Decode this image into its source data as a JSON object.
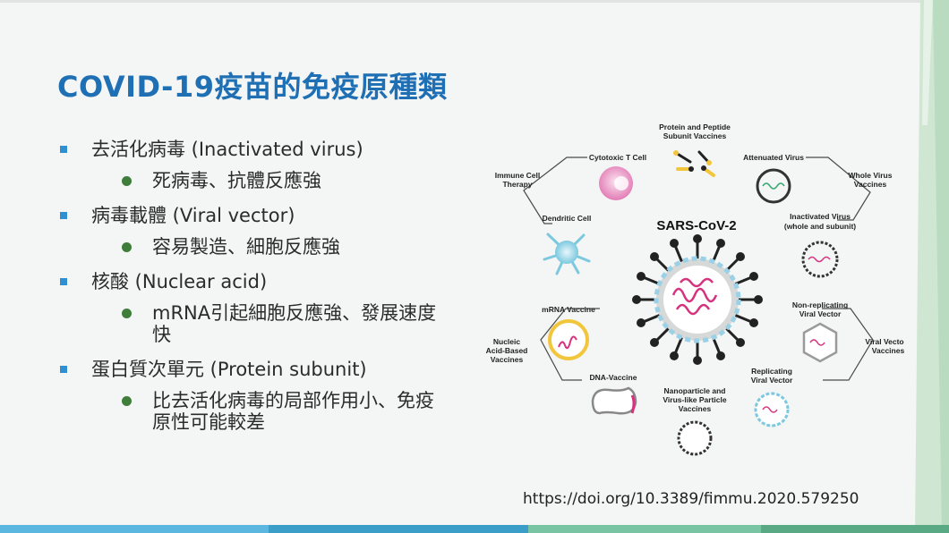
{
  "title": "COVID-19疫苗的免疫原種類",
  "items": [
    {
      "label": "去活化病毒 (Inactivated virus)",
      "detail": "死病毒、抗體反應強"
    },
    {
      "label": "病毒載體 (Viral vector)",
      "detail": "容易製造、細胞反應強"
    },
    {
      "label": "核酸 (Nuclear acid)",
      "detail": "mRNA引起細胞反應強、發展速度快"
    },
    {
      "label": "蛋白質次單元 (Protein subunit)",
      "detail": "比去活化病毒的局部作用小、免疫原性可能較差"
    }
  ],
  "diagram": {
    "center": "SARS-CoV-2",
    "protein_subunit": [
      "Protein and Peptide",
      "Subunit Vaccines"
    ],
    "cytotoxic": "Cytotoxic T Cell",
    "attenuated": "Attenuated Virus",
    "immune_cell": [
      "Immune Cell",
      "Therapy"
    ],
    "whole_virus": [
      "Whole Virus",
      "Vaccines"
    ],
    "dendritic": "Dendritic Cell",
    "inactivated": [
      "Inactivated Virus",
      "(whole and subunit)"
    ],
    "mrna": "mRNA Vaccine",
    "non_replicating": [
      "Non-replicating",
      "Viral Vector"
    ],
    "nucleic": [
      "Nucleic",
      "Acid-Based",
      "Vaccines"
    ],
    "viral_vectors": [
      "Viral Vectors",
      "Vaccines"
    ],
    "dna": "DNA-Vaccine",
    "replicating": [
      "Replicating",
      "Viral Vector"
    ],
    "nanoparticle": [
      "Nanoparticle and",
      "Virus-like Particle",
      "Vaccines"
    ]
  },
  "doi": "https://doi.org/10.3389/fimmu.2020.579250",
  "colors": {
    "title": "#1f6fb5",
    "square_bullet": "#2f8fd0",
    "round_bullet": "#3e7d3a",
    "rna": "#d6337f"
  }
}
